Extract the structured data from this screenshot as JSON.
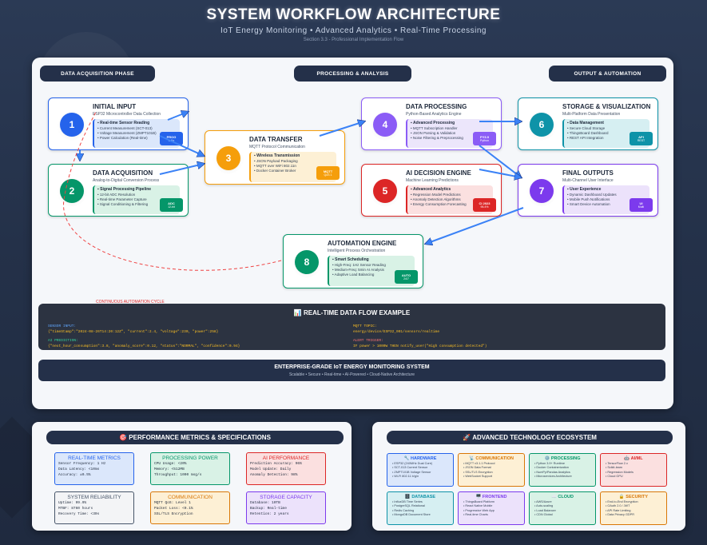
{
  "header": {
    "title": "SYSTEM WORKFLOW ARCHITECTURE",
    "subtitle": "IoT Energy Monitoring • Advanced Analytics • Real-Time Processing",
    "section": "Section 3.3 - Professional Implementation Flow"
  },
  "phases": [
    "DATA ACQUISITION PHASE",
    "PROCESSING & ANALYSIS",
    "OUTPUT & AUTOMATION"
  ],
  "stages": [
    {
      "num": "1",
      "title": "INITIAL INPUT",
      "subtitle": "ESP32 Microcontroller Data Collection",
      "inner_title": "Real-time Sensor Reading",
      "bullets": [
        "• Current Measurement (SCT-013)",
        "• Voltage Measurement (ZMPT101B)",
        "• Power Calculation (Real-time)"
      ],
      "badge": "PROG",
      "badge_sub": "1 Hz",
      "color": "#2563eb",
      "fill": "#dbe7fb"
    },
    {
      "num": "2",
      "title": "DATA ACQUISITION",
      "subtitle": "Analog-to-Digital Conversion Process",
      "inner_title": "Signal Processing Pipeline",
      "bullets": [
        "• 12-bit ADC Resolution",
        "• Real-time Parameter Capture",
        "• Signal Conditioning & Filtering"
      ],
      "badge": "ADC",
      "badge_sub": "12-bit",
      "color": "#059669",
      "fill": "#d9f2e6"
    },
    {
      "num": "3",
      "title": "DATA TRANSFER",
      "subtitle": "MQTT Protocol Communication",
      "inner_title": "Wireless Transmission",
      "bullets": [
        "• JSON Payload Packaging",
        "• MQTT over WiFi 802.11n",
        "• Docker Container Broker"
      ],
      "badge": "MQTT",
      "badge_sub": "QoS 1",
      "color": "#f59e0b",
      "fill": "#fdf0d5"
    },
    {
      "num": "4",
      "title": "DATA PROCESSING",
      "subtitle": "Python-Based Analytics Engine",
      "inner_title": "Advanced Processing",
      "bullets": [
        "• MQTT Subscription Handler",
        "• JSON Parsing & Validation",
        "• Noise Filtering & Preprocessing"
      ],
      "badge": "PY3.9",
      "badge_sub": "Python",
      "color": "#8b5cf6",
      "fill": "#ece6fb"
    },
    {
      "num": "5",
      "title": "AI DECISION ENGINE",
      "subtitle": "Machine Learning Predictions",
      "inner_title": "Advanced Analytics",
      "bullets": [
        "• Regression Model Predictions",
        "• Anomaly Detection Algorithms",
        "• Energy Consumption Forecasting"
      ],
      "badge": "CI 2023",
      "badge_sub": "96.4%",
      "color": "#dc2626",
      "fill": "#fbe0e0"
    },
    {
      "num": "6",
      "title": "STORAGE & VISUALIZATION",
      "subtitle": "Multi-Platform Data Presentation",
      "inner_title": "Data Management",
      "bullets": [
        "• Secure Cloud Storage",
        "• ThingsBoard Dashboard",
        "• REST API Integration"
      ],
      "badge": "API",
      "badge_sub": "REST",
      "color": "#0e93a8",
      "fill": "#d6eff2"
    },
    {
      "num": "7",
      "title": "FINAL OUTPUTS",
      "subtitle": "Multi-Channel User Interface",
      "inner_title": "User Experience",
      "bullets": [
        "• Dynamic Dashboard Updates",
        "• Mobile Push Notifications",
        "• Smart Device Automation"
      ],
      "badge": "UI",
      "badge_sub": "Multi",
      "color": "#7c3aed",
      "fill": "#ece2fb"
    },
    {
      "num": "8",
      "title": "AUTOMATION ENGINE",
      "subtitle": "Intelligent Process Orchestration",
      "inner_title": "Smart Scheduling",
      "bullets": [
        "• High-Freq: 1Hz Sensor Reading",
        "• Medium-Freq: 5min AI Analysis",
        "• Adaptive Load Balancing"
      ],
      "badge": "AUTO",
      "badge_sub": "24/7",
      "color": "#059669",
      "fill": "#d9f2e6"
    }
  ],
  "cycle_label": "CONTINUOUS AUTOMATION CYCLE",
  "dataflow": {
    "title": "REAL-TIME DATA FLOW EXAMPLE",
    "left_label1": "SENSOR INPUT:",
    "left_line1": "{\"timeStamp\":\"2024-08-26T14:20:12Z\", \"current\":2.4, \"voltage\":230, \"power\":258}",
    "left_label2": "AI PREDICTION:",
    "left_line2": "{\"next_hour_consumption\":3.8, \"anomaly_score\":0.12, \"status\":\"NORMAL\", \"confidence\":0.94}",
    "right_label1": "MQTT TOPIC:",
    "right_line1": "energy/device/ESP32_001/sensors/realtime",
    "right_label2": "ALERT TRIGGER:",
    "right_line2": "IF power > 1000W THEN notify_user(\"High consumption detected\")"
  },
  "banner": {
    "title": "ENTERPRISE-GRADE IoT ENERGY MONITORING SYSTEM",
    "subtitle": "Scalable • Secure • Real-time • AI-Powered • Cloud-Native Architecture"
  },
  "metrics": {
    "heading": "PERFORMANCE METRICS & SPECIFICATIONS",
    "boxes": [
      {
        "title": "REAL-TIME METRICS",
        "lines": [
          "Sensor Frequency: 1 Hz",
          "Data Latency: <10ms",
          "Accuracy: ±0.5%"
        ],
        "color": "#2563eb",
        "fill": "#dbe7fb"
      },
      {
        "title": "PROCESSING POWER",
        "lines": [
          "CPU Usage: <20%",
          "Memory: <512MB",
          "Throughput: 1000 msg/s"
        ],
        "color": "#059669",
        "fill": "#d9f2e6"
      },
      {
        "title": "AI PERFORMANCE",
        "lines": [
          "Prediction Accuracy: 96%",
          "Model Update: Daily",
          "Anomaly Detection: 98%"
        ],
        "color": "#dc2626",
        "fill": "#fbe0e0"
      },
      {
        "title": "SYSTEM RELIABILITY",
        "lines": [
          "Uptime: 99.9%",
          "MTBF: 8760 hours",
          "Recovery Time: <30s"
        ],
        "color": "#475569",
        "fill": "#f3f4f6"
      },
      {
        "title": "COMMUNICATION",
        "lines": [
          "MQTT QoS: Level 1",
          "Packet Loss: <0.1%",
          "SSL/TLS Encryption"
        ],
        "color": "#d97706",
        "fill": "#fdf0d5"
      },
      {
        "title": "STORAGE CAPACITY",
        "lines": [
          "Database: 10TB",
          "Backup: Real-time",
          "Retention: 2 years"
        ],
        "color": "#7c3aed",
        "fill": "#ece2fb"
      }
    ]
  },
  "tech": {
    "heading": "ADVANCED TECHNOLOGY ECOSYSTEM",
    "boxes": [
      {
        "title": "HARDWARE",
        "icon": "🔧",
        "lines": [
          "• ESP32 (240MHz Dual Core)",
          "• SCT-013 Current Sensor",
          "• ZMPT101B Voltage Sensor",
          "• Wi-Fi 802.11 b/g/n"
        ],
        "color": "#2563eb",
        "fill": "#dbe7fb"
      },
      {
        "title": "COMMUNICATION",
        "icon": "📡",
        "lines": [
          "• MQTT v3.1.1 Protocol",
          "• JSON Data Format",
          "• SSL/TLS Encryption",
          "• WebSocket Support"
        ],
        "color": "#d97706",
        "fill": "#fdf0d5"
      },
      {
        "title": "PROCESSING",
        "icon": "⚙️",
        "lines": [
          "• Python 3.9+ Runtime",
          "• Docker Containerization",
          "• NumPy/Pandas Analytics",
          "• Microservices Architecture"
        ],
        "color": "#059669",
        "fill": "#d9f2e6"
      },
      {
        "title": "AI/ML",
        "icon": "🤖",
        "lines": [
          "• TensorFlow 2.x",
          "• Scikit-learn",
          "• Regression Models",
          "• Cloud GPU"
        ],
        "color": "#dc2626",
        "fill": "#fbe0e0"
      },
      {
        "title": "DATABASE",
        "icon": "🗄️",
        "lines": [
          "• InfluxDB Time Series",
          "• PostgreSQL Relational",
          "• Redis Caching",
          "• MongoDB Document Store"
        ],
        "color": "#0e93a8",
        "fill": "#d6eff2"
      },
      {
        "title": "FRONTEND",
        "icon": "🖥️",
        "lines": [
          "• ThingsBoard Platform",
          "• React Native Mobile",
          "• Progressive Web App",
          "• Real-time Charts"
        ],
        "color": "#7c3aed",
        "fill": "#ece2fb"
      },
      {
        "title": "CLOUD",
        "icon": "☁️",
        "lines": [
          "• AWS/Azure",
          "• Auto-scaling",
          "• Load Balancer",
          "• CDN Global"
        ],
        "color": "#059669",
        "fill": "#d9f2e6"
      },
      {
        "title": "SECURITY",
        "icon": "🔒",
        "lines": [
          "• End-to-End Encryption",
          "• OAuth 2.0 / JWT",
          "• API Rate Limiting",
          "• Data Privacy GDPR"
        ],
        "color": "#d97706",
        "fill": "#fdf0d5"
      }
    ]
  }
}
